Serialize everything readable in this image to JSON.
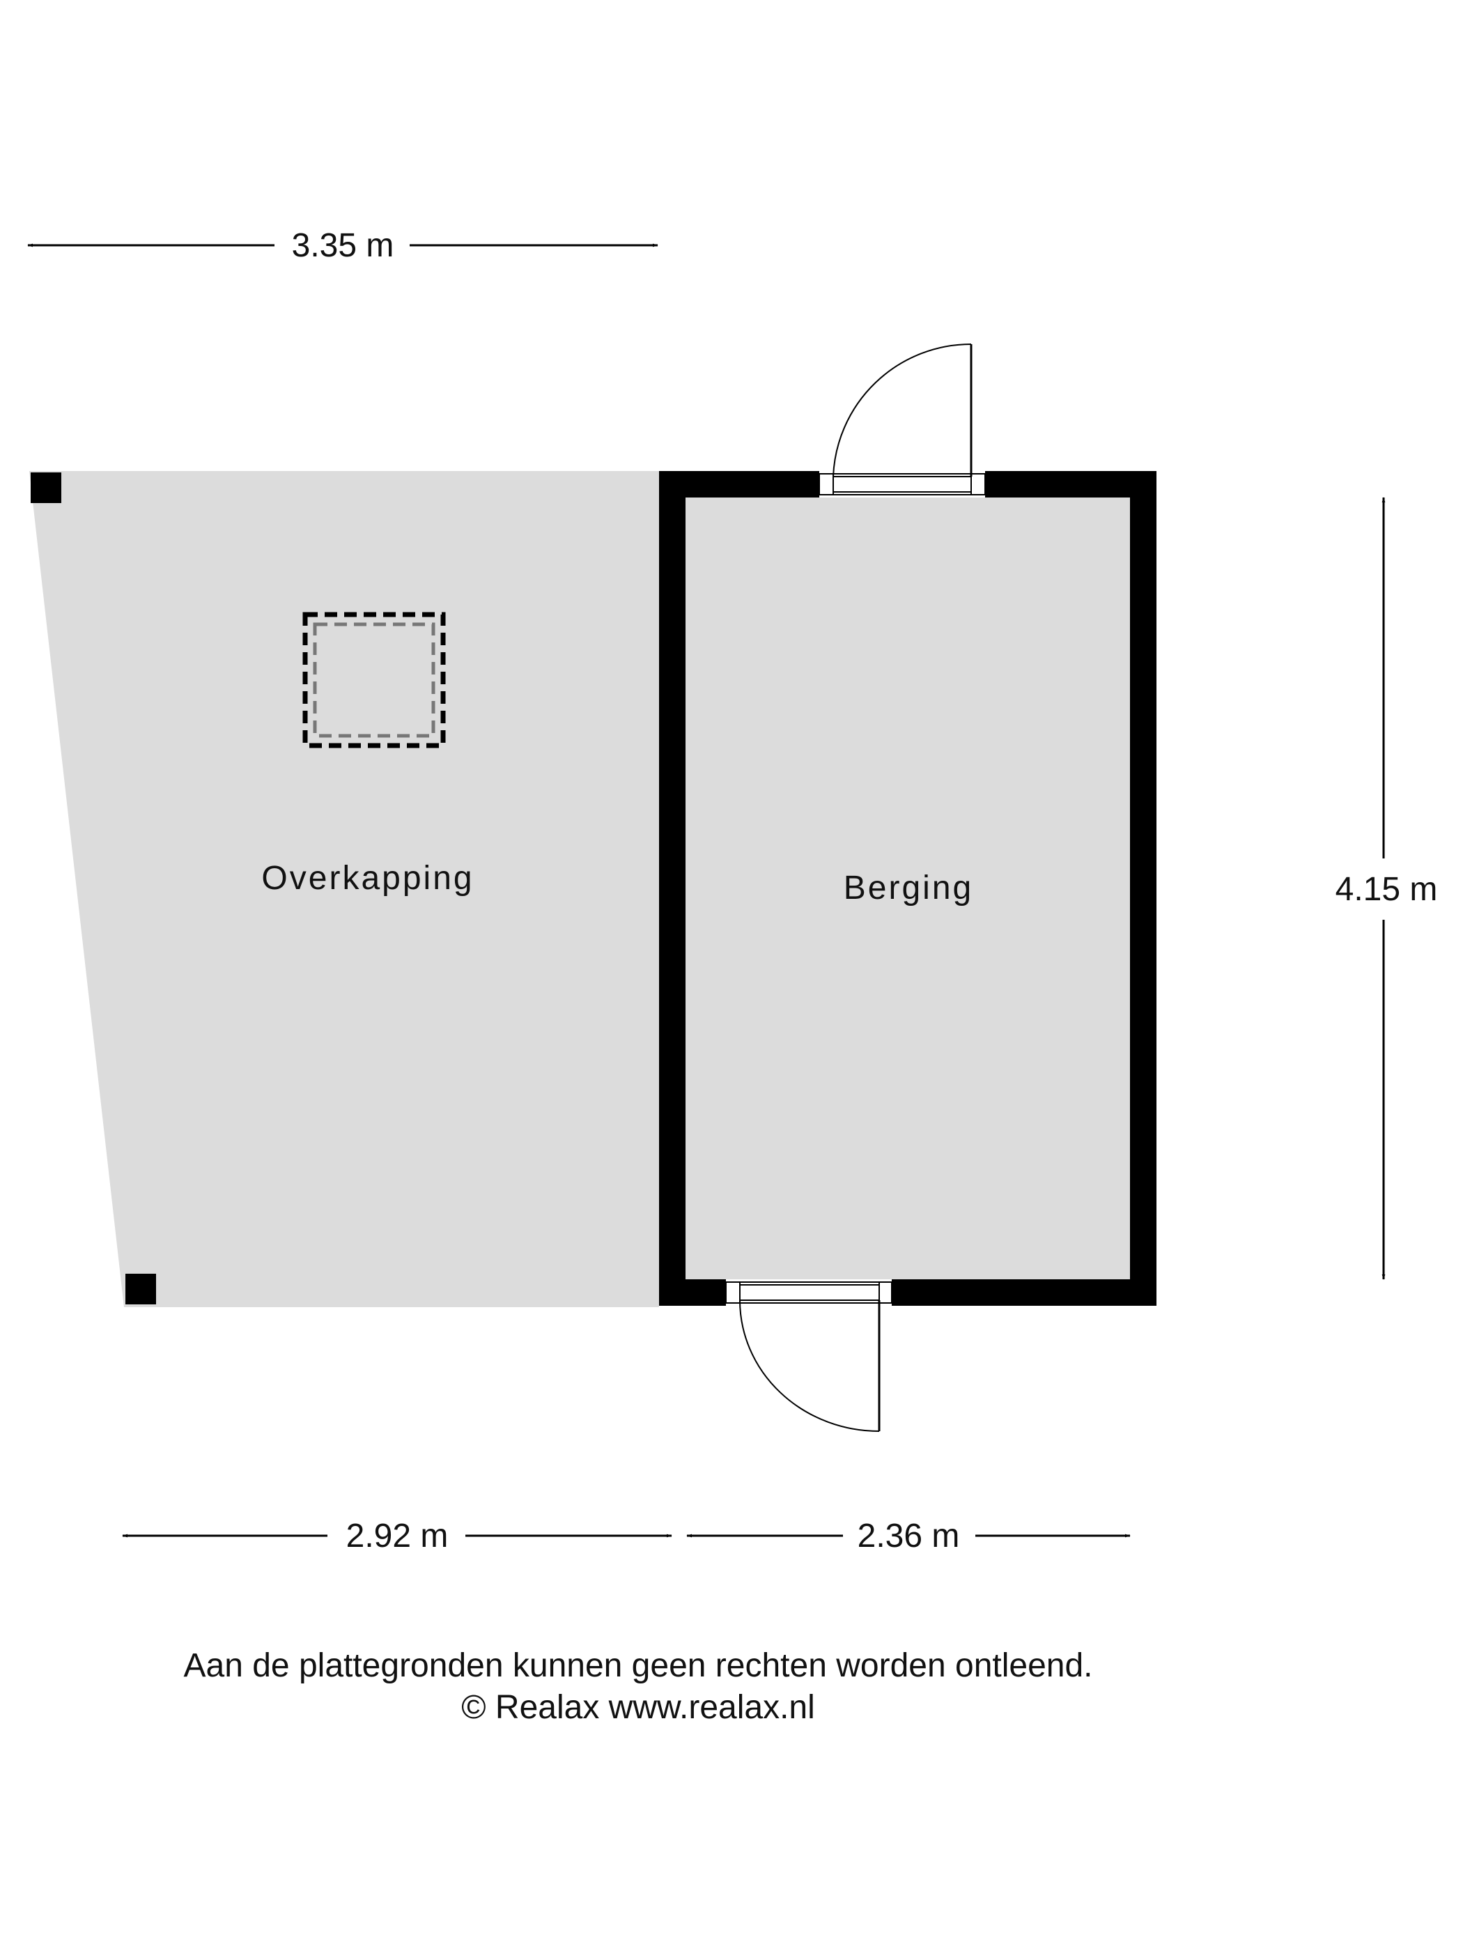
{
  "rooms": {
    "overkapping": "Overkapping",
    "berging": "Berging"
  },
  "dimensions": {
    "top_width": "3.35 m",
    "right_height": "4.15 m",
    "bottom_left_width": "2.92 m",
    "bottom_right_width": "2.36 m"
  },
  "footer": {
    "disclaimer": "Aan de plattegronden kunnen geen rechten worden ontleend.",
    "copyright": "© Realax www.realax.nl"
  },
  "colors": {
    "floor": "#dcdcdc",
    "wall": "#000000"
  }
}
